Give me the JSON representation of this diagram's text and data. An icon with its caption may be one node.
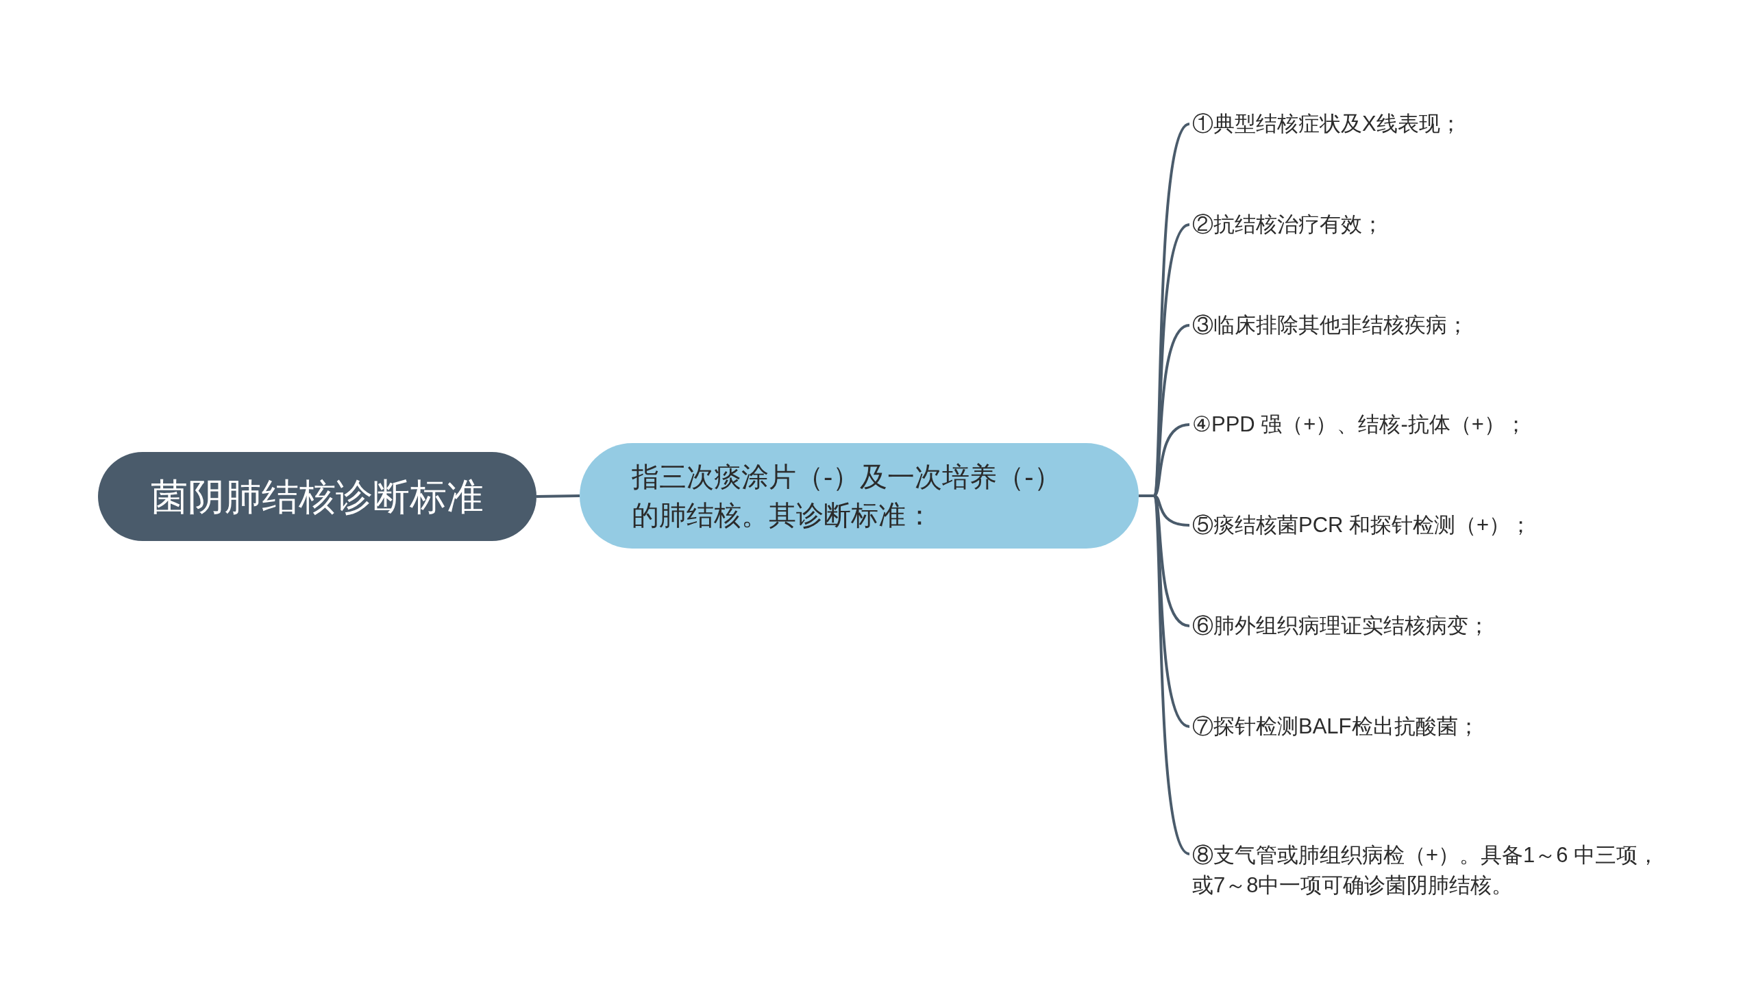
{
  "diagram": {
    "nodes": [
      {
        "text": [
          "菌阴肺结核诊断标准"
        ]
      },
      {
        "text": [
          "指三次痰涂片（-）及一次培养（-）的肺结核。其诊断标准："
        ]
      },
      {
        "text": [
          "①典型结核症状及X线表现；"
        ]
      },
      {
        "text": [
          "②抗结核治疗有效；"
        ]
      },
      {
        "text": [
          "③临床排除其他非结核疾病；"
        ]
      },
      {
        "text": [
          "④PPD 强（+）、结核-抗体（+）；"
        ]
      },
      {
        "text": [
          "⑤痰结核菌PCR 和探针检测（+）；"
        ]
      },
      {
        "text": [
          "⑥肺外组织病理证实结核病变；"
        ]
      },
      {
        "text": [
          "⑦探针检测BALF检出抗酸菌；"
        ]
      },
      {
        "text": [
          "⑧支气管或肺组织病检（+）。具备1～6 中三项，或7～8中一项可确诊菌阴肺结核。"
        ]
      }
    ],
    "edges": [
      {
        "from": 0,
        "to": 1,
        "arrow": "none"
      },
      {
        "from": 1,
        "to": 2,
        "arrow": "none"
      },
      {
        "from": 1,
        "to": 3,
        "arrow": "none"
      },
      {
        "from": 1,
        "to": 4,
        "arrow": "none"
      },
      {
        "from": 1,
        "to": 5,
        "arrow": "none"
      },
      {
        "from": 1,
        "to": 6,
        "arrow": "none"
      },
      {
        "from": 1,
        "to": 7,
        "arrow": "none"
      },
      {
        "from": 1,
        "to": 8,
        "arrow": "none"
      },
      {
        "from": 1,
        "to": 9,
        "arrow": "none"
      }
    ]
  }
}
